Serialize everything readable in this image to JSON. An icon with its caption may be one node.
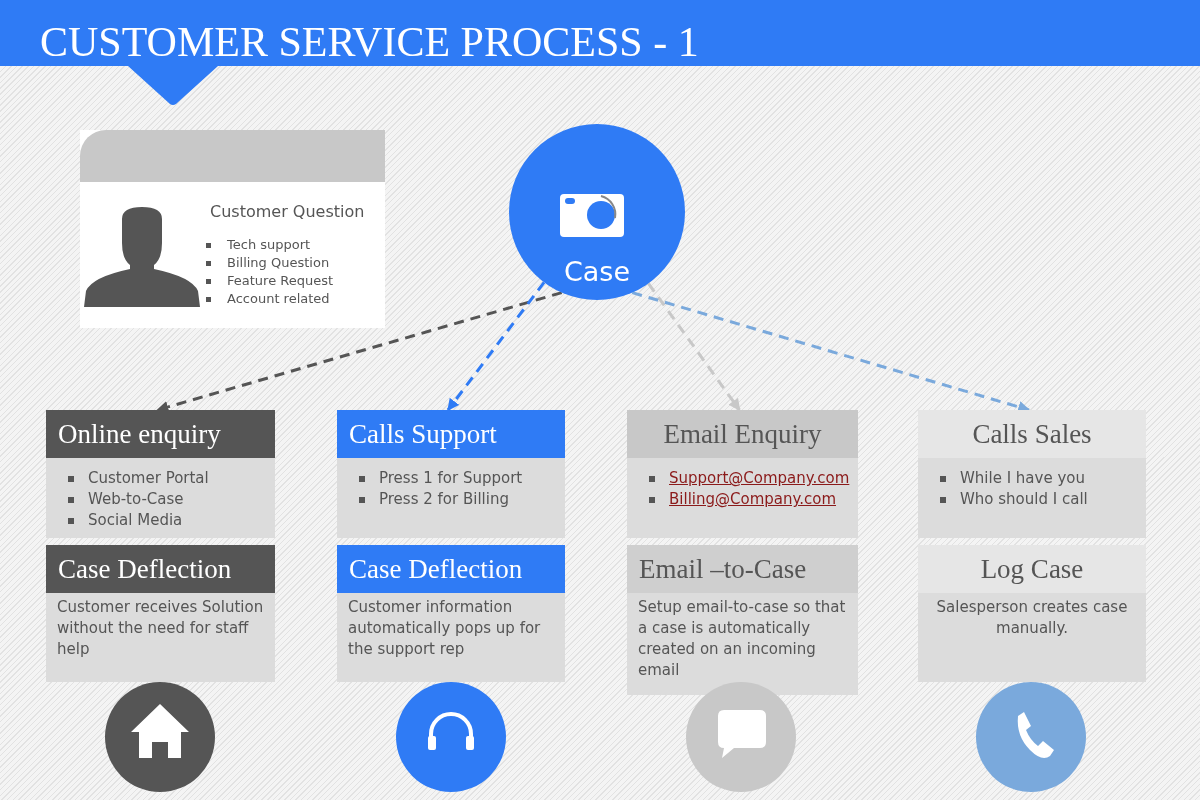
{
  "diagram": {
    "title": "CUSTOMER SERVICE PROCESS - 1",
    "nodes": [
      {
        "text": [
          "Customer Question",
          "Tech support",
          "Billing Question",
          "Feature Request",
          "Account related"
        ]
      },
      {
        "text": [
          "Case"
        ]
      },
      {
        "text": [
          "Online enquiry",
          "Customer Portal",
          "Web-to-Case",
          "Social Media"
        ]
      },
      {
        "text": [
          "Case Deflection",
          "Customer receives Solution without the need for staff help"
        ]
      },
      {
        "text": [
          "Calls Support",
          "Press 1 for Support",
          "Press 2 for Billing"
        ]
      },
      {
        "text": [
          "Case Deflection",
          "Customer information automatically pops up for the support rep"
        ]
      },
      {
        "text": [
          "Email Enquiry",
          "Support@Company.com",
          "Billing@Company.com"
        ]
      },
      {
        "text": [
          "Email –to-Case",
          "Setup email-to-case so that a case is automatically created on an incoming email"
        ]
      },
      {
        "text": [
          "Calls Sales",
          "While I have you",
          "Who should I call"
        ]
      },
      {
        "text": [
          "Log Case",
          "Salesperson creates case manually."
        ]
      }
    ],
    "edges": [
      {
        "from": 1,
        "to": 2,
        "arrow": "to",
        "style": "dashed",
        "color": "#555555"
      },
      {
        "from": 1,
        "to": 4,
        "arrow": "to",
        "style": "dashed",
        "color": "#2f7bf5"
      },
      {
        "from": 1,
        "to": 6,
        "arrow": "to",
        "style": "dashed",
        "color": "#c8c8c8"
      },
      {
        "from": 1,
        "to": 8,
        "arrow": "to",
        "style": "dashed",
        "color": "#7aa9dc"
      }
    ]
  }
}
